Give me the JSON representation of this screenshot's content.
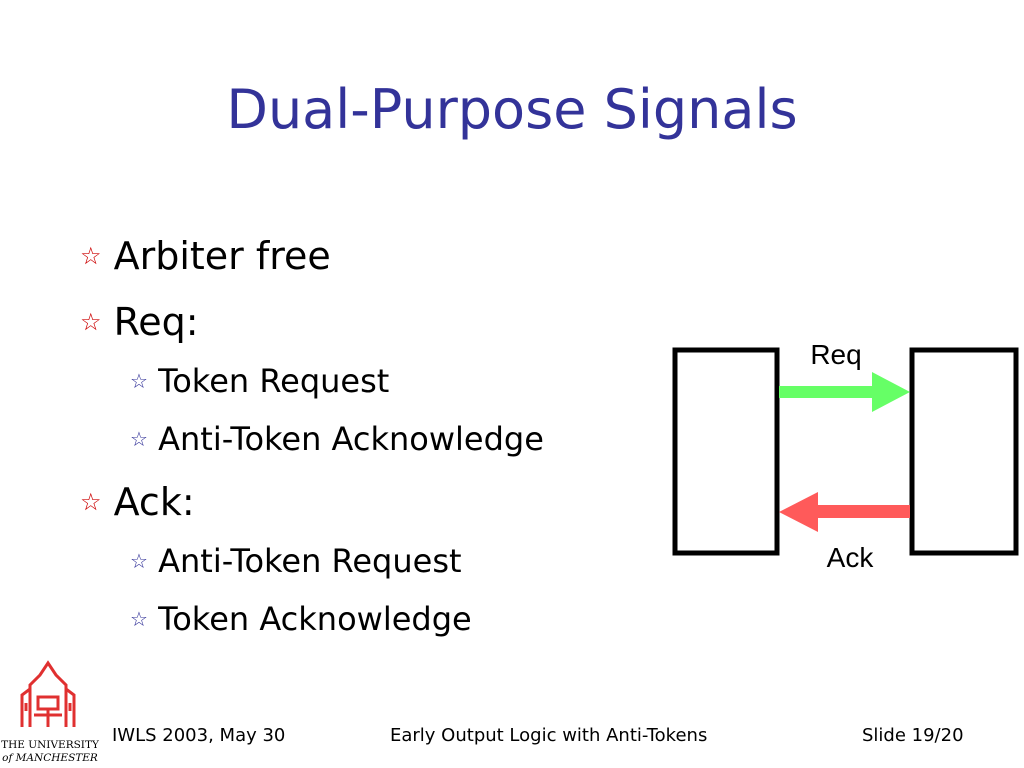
{
  "slide": {
    "title": "Dual-Purpose Signals",
    "bullets": [
      {
        "text": "Arbiter free",
        "children": []
      },
      {
        "text": "Req:",
        "children": [
          "Token Request",
          "Anti-Token Acknowledge"
        ]
      },
      {
        "text": "Ack:",
        "children": [
          "Anti-Token Request",
          "Token Acknowledge"
        ]
      }
    ]
  },
  "diagram": {
    "req_label": "Req",
    "ack_label": "Ack",
    "req_color": "#66ff66",
    "ack_color": "#ff5a5a"
  },
  "footer": {
    "left": "IWLS 2003, May 30",
    "center": "Early Output Logic with Anti-Tokens",
    "right": "Slide 19/20"
  },
  "logo": {
    "line1": "THE UNIVERSITY",
    "line2": "of MANCHESTER",
    "accent_color": "#e03030"
  }
}
